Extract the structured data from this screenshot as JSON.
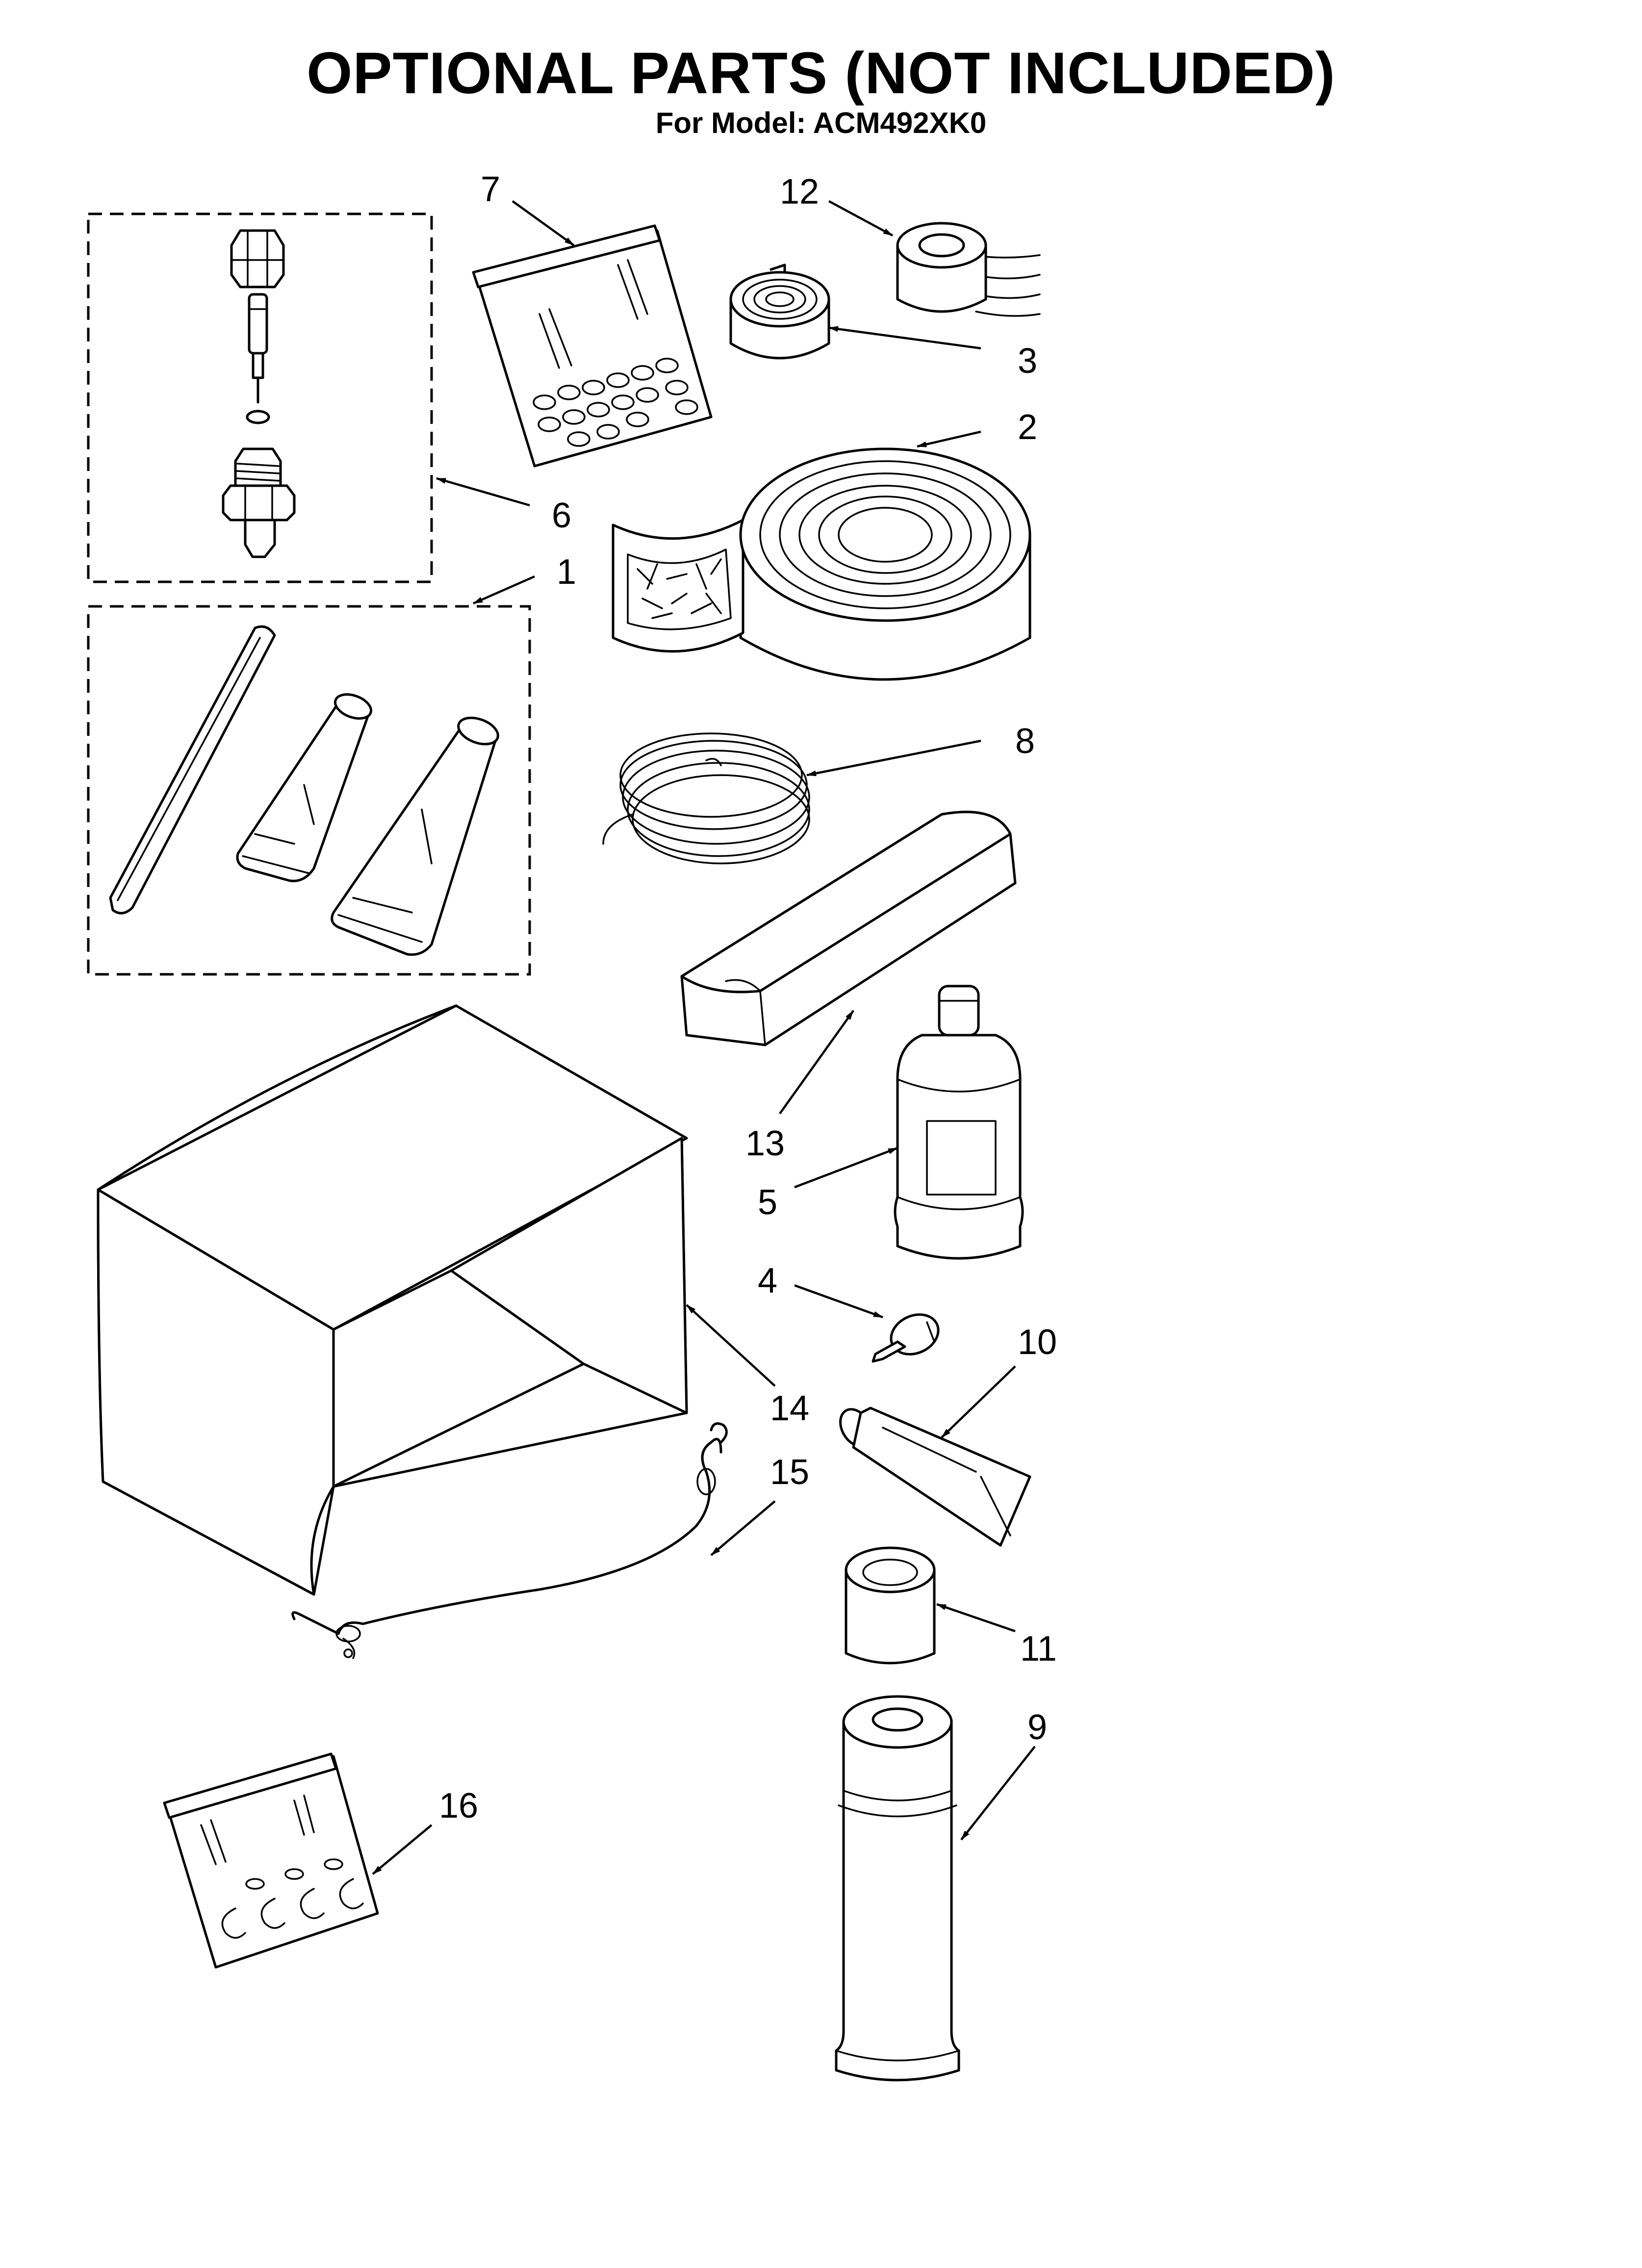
{
  "title": "OPTIONAL PARTS (NOT INCLUDED)",
  "subtitle": "For Model: ACM492XK0",
  "callouts": {
    "c1": "1",
    "c2": "2",
    "c3": "3",
    "c4": "4",
    "c5": "5",
    "c6": "6",
    "c7": "7",
    "c8": "8",
    "c9": "9",
    "c10": "10",
    "c11": "11",
    "c12": "12",
    "c13": "13",
    "c14": "14",
    "c15": "15",
    "c16": "16"
  }
}
